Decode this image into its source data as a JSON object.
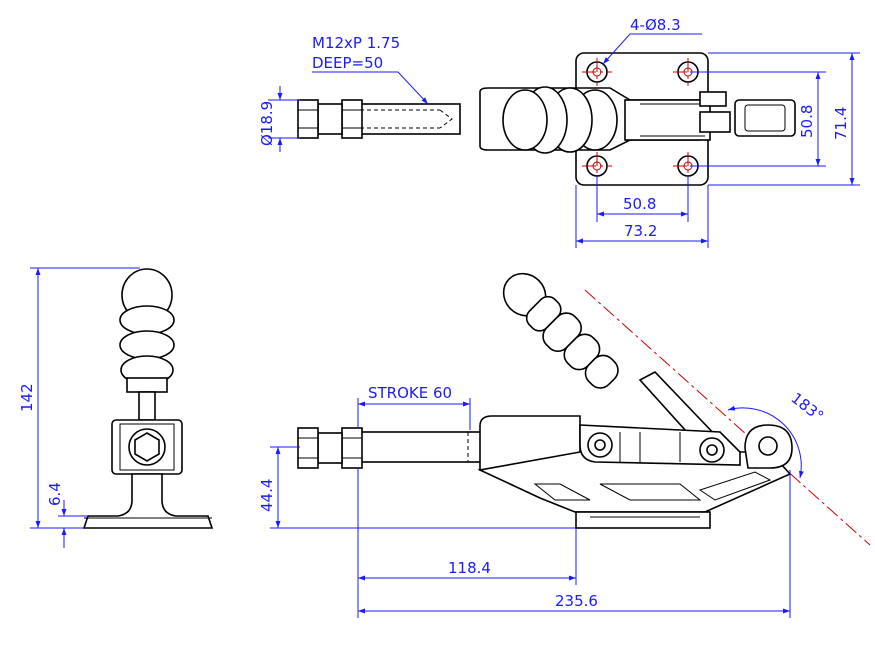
{
  "drawing": {
    "colors": {
      "dimension": "#1a1aff",
      "outline": "#000000",
      "center_line": "#d00000"
    },
    "top_view": {
      "thread_note_line1": "M12xP 1.75",
      "thread_note_line2": "DEEP=50",
      "hole_callout": "4-Ø8.3",
      "dia_rod": "Ø18.9",
      "dim_hole_spacing_vertical": "50.8",
      "dim_base_height": "71.4",
      "dim_hole_spacing_horizontal": "50.8",
      "dim_base_width": "73.2"
    },
    "side_view": {
      "dim_total_height": "142",
      "dim_base_thickness": "6.4"
    },
    "front_view": {
      "dim_stroke": "STROKE 60",
      "dim_handle_angle": "183°",
      "dim_axis_height": "44.4",
      "dim_base_to_front": "118.4",
      "dim_overall_length": "235.6"
    }
  }
}
